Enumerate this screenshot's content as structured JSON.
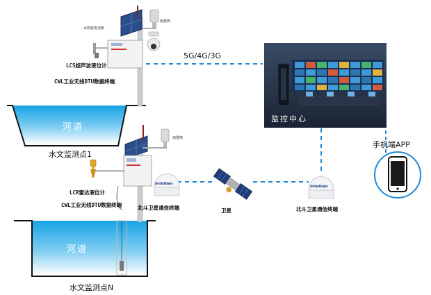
{
  "site1": {
    "solar_panel": "太阳能电池板",
    "rain_gauge": "雨量筒",
    "sensor": "LCS超声波液位计",
    "dtu": "CWL工业无线DTU数据终端",
    "river": "河道",
    "name": "水文监测点1"
  },
  "siteN": {
    "rain_gauge": "雨量筒",
    "sensor": "LCR雷达液位计",
    "dtu": "CWL工业无线DTU数据终端",
    "river": "河道",
    "name": "水文监测点N"
  },
  "network": {
    "cellular": "5G/4G/3G"
  },
  "control_center": {
    "label": "监控中心"
  },
  "satellite_link": {
    "left_terminal": "北斗卫星通信终端",
    "satellite": "卫星",
    "right_terminal": "北斗卫星通信终端",
    "dome_brand": "Intellian"
  },
  "mobile": {
    "label": "手机端APP"
  },
  "colors": {
    "link": "#1e88d6",
    "water": "#29a8e6",
    "panel": "#2a4e8c"
  }
}
